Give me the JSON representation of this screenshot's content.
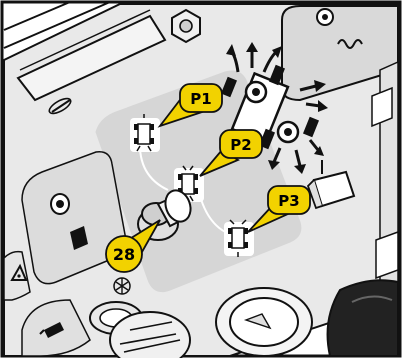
{
  "colors": {
    "callout_fill": "#f2d200",
    "panel_fill": "#dcdcdc",
    "outline": "#111111",
    "background": "#ffffff"
  },
  "callouts": {
    "p1": "P1",
    "p2": "P2",
    "p3": "P3",
    "c28": "28"
  },
  "icons": [
    "nut-icon",
    "spring-icon",
    "flat-wrench-slot-icon",
    "lever-knob-icon",
    "circle-switch-icon",
    "small-square-icon",
    "warning-lamp-icon",
    "horn-icon",
    "joystick-knob-icon",
    "machine-steering-modes-icon"
  ]
}
